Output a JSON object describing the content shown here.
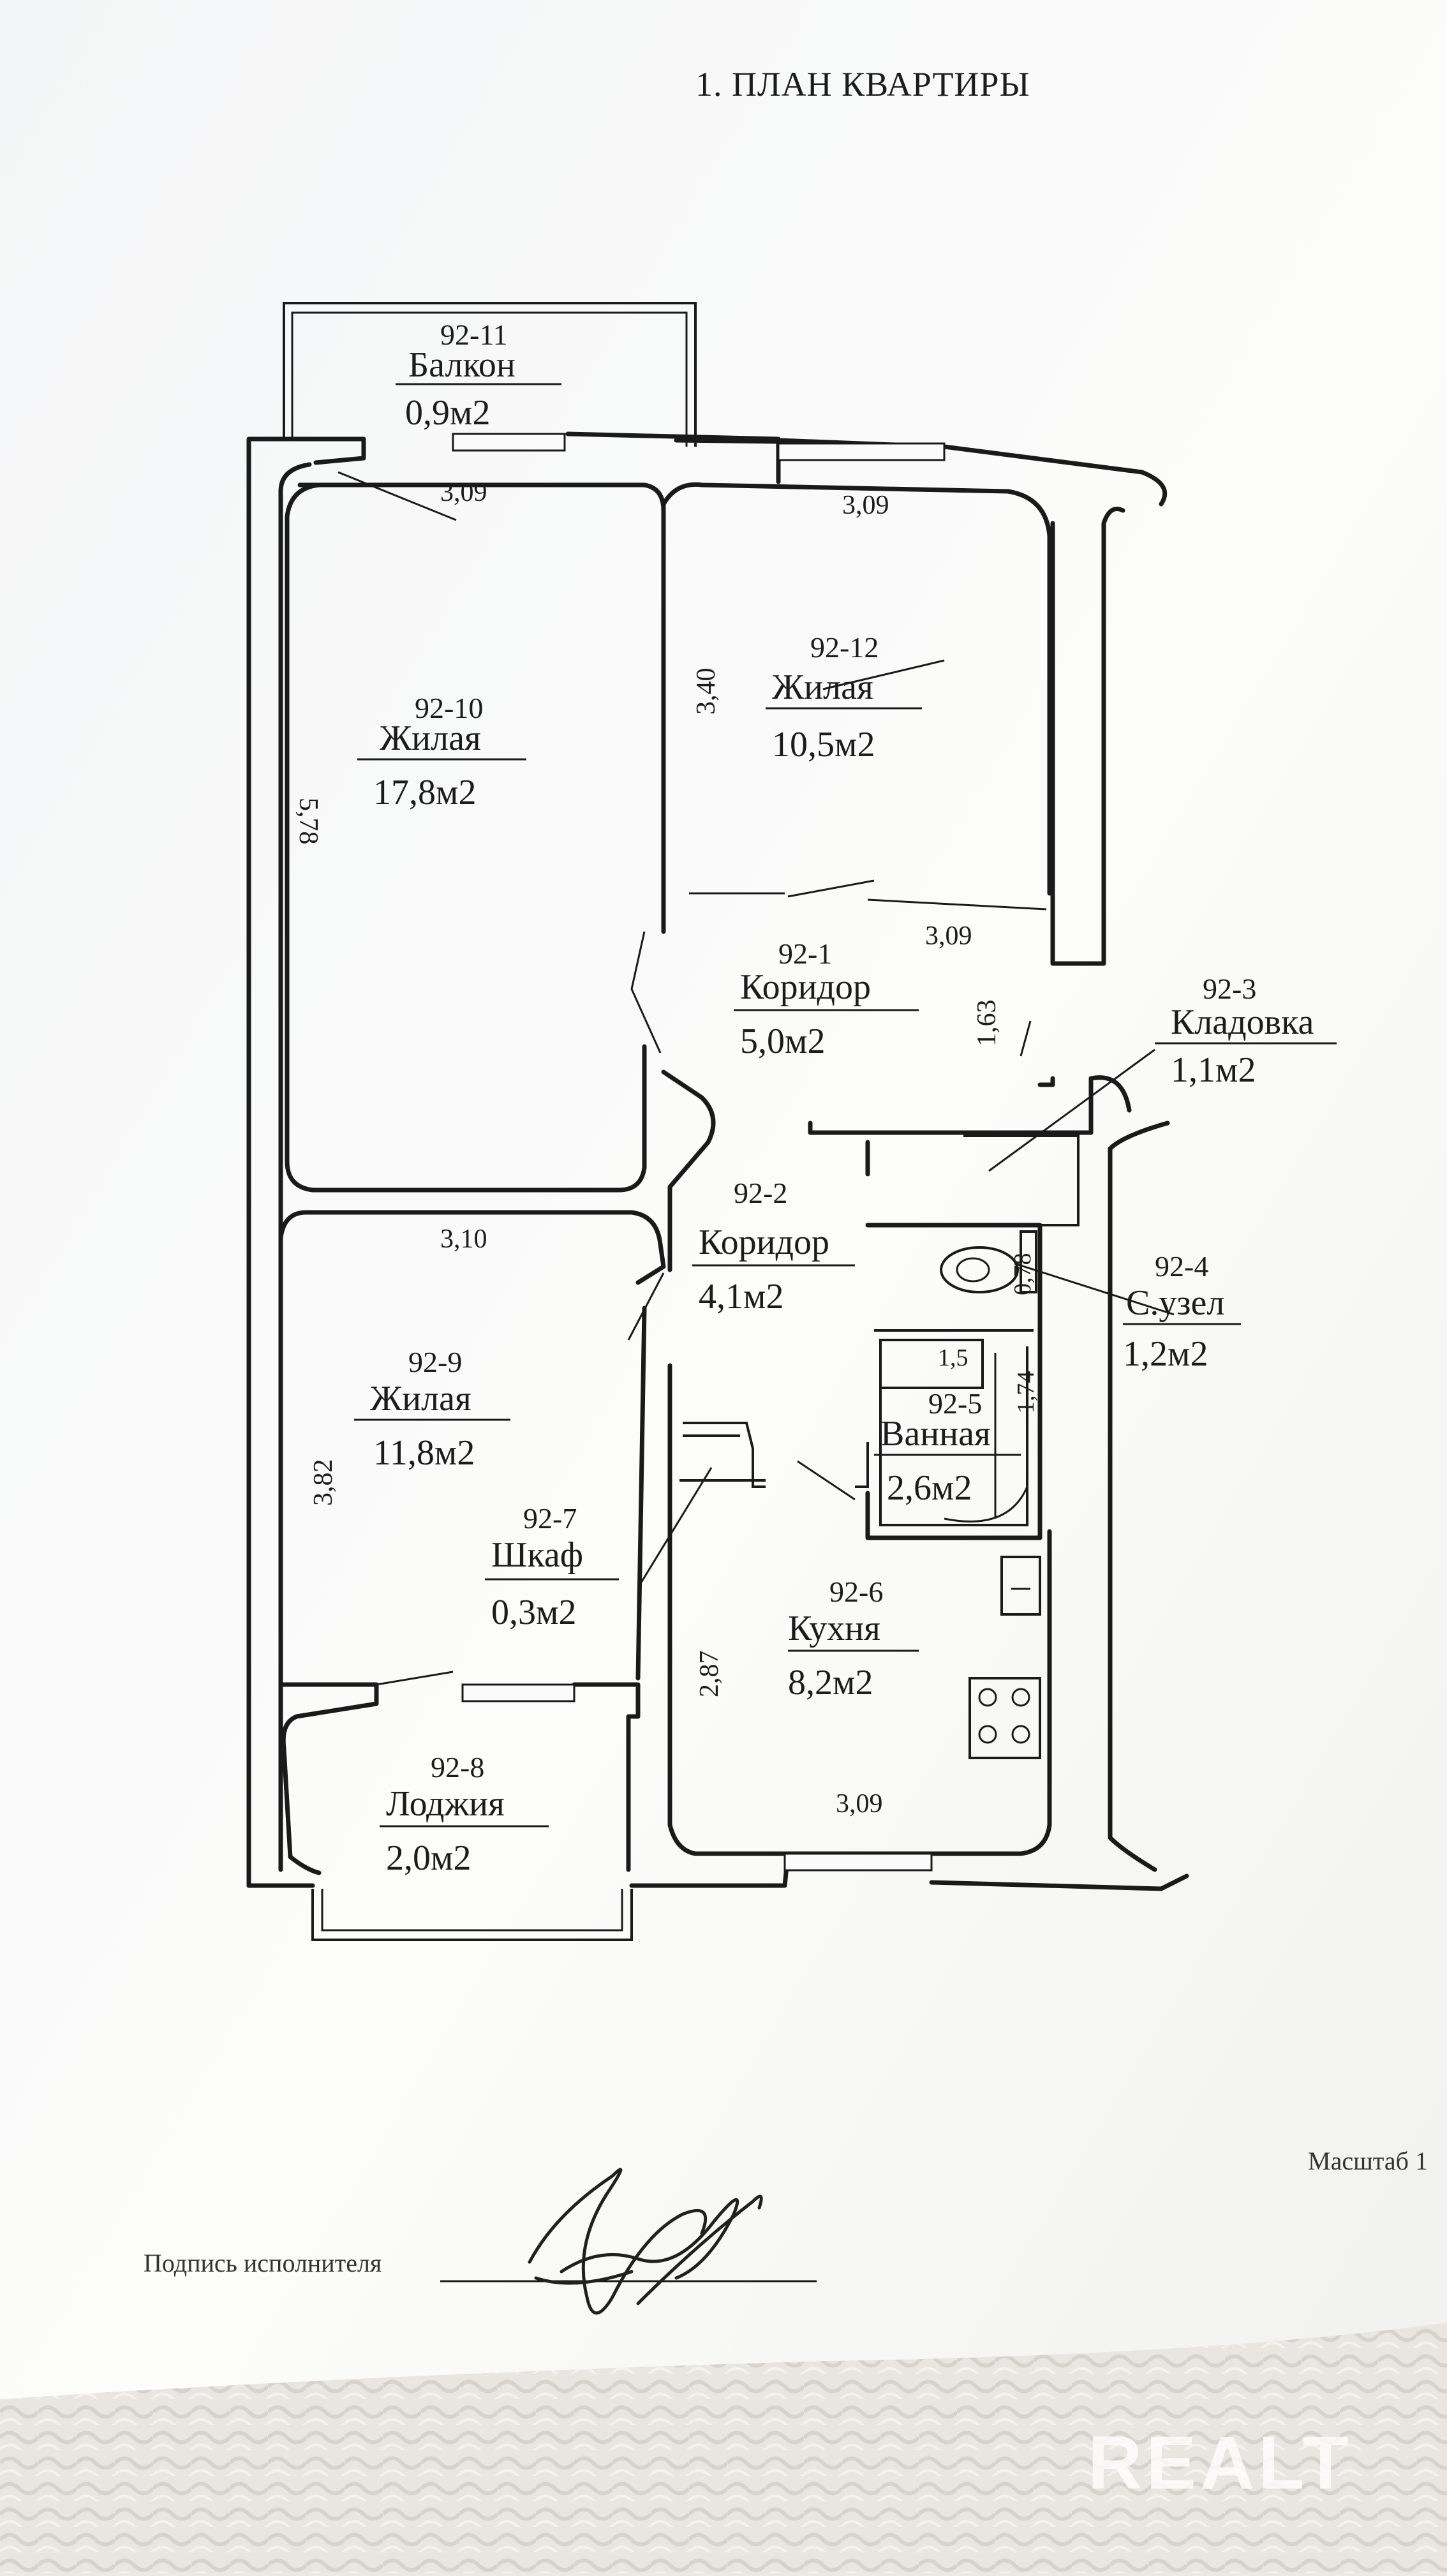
{
  "document": {
    "title": "1. ПЛАН КВАРТИРЫ",
    "scale_label": "Масштаб 1",
    "signature_label": "Подпись исполнителя",
    "watermark": "REALT"
  },
  "rooms": [
    {
      "id": "92-11",
      "name": "Балкон",
      "area": "0,9м2"
    },
    {
      "id": "92-10",
      "name": "Жилая",
      "area": "17,8м2"
    },
    {
      "id": "92-12",
      "name": "Жилая",
      "area": "10,5м2"
    },
    {
      "id": "92-1",
      "name": "Коридор",
      "area": "5,0м2"
    },
    {
      "id": "92-3",
      "name": "Кладовка",
      "area": "1,1м2"
    },
    {
      "id": "92-2",
      "name": "Коридор",
      "area": "4,1м2"
    },
    {
      "id": "92-4",
      "name": "С.узел",
      "area": "1,2м2"
    },
    {
      "id": "92-5",
      "name": "Ванная",
      "area": "2,6м2"
    },
    {
      "id": "92-9",
      "name": "Жилая",
      "area": "11,8м2"
    },
    {
      "id": "92-7",
      "name": "Шкаф",
      "area": "0,3м2"
    },
    {
      "id": "92-6",
      "name": "Кухня",
      "area": "8,2м2"
    },
    {
      "id": "92-8",
      "name": "Лоджия",
      "area": "2,0м2"
    }
  ],
  "dimensions": {
    "balcony_width": "3,09",
    "room_12_width": "3,09",
    "room_10_length": "5,78",
    "room_12_length": "3,40",
    "room_12_bottom_width": "3,09",
    "corridor_length": "1,63",
    "room_9_width": "3,10",
    "wc_length": "0,78",
    "bath_width": "1,5",
    "bath_length": "1,74",
    "room_9_length": "3,82",
    "kitchen_length": "2,87",
    "kitchen_width": "3,09"
  },
  "colors": {
    "paper": "#fbfbfa",
    "ink": "#1a1a1a",
    "fabric": "#ece9e4"
  }
}
